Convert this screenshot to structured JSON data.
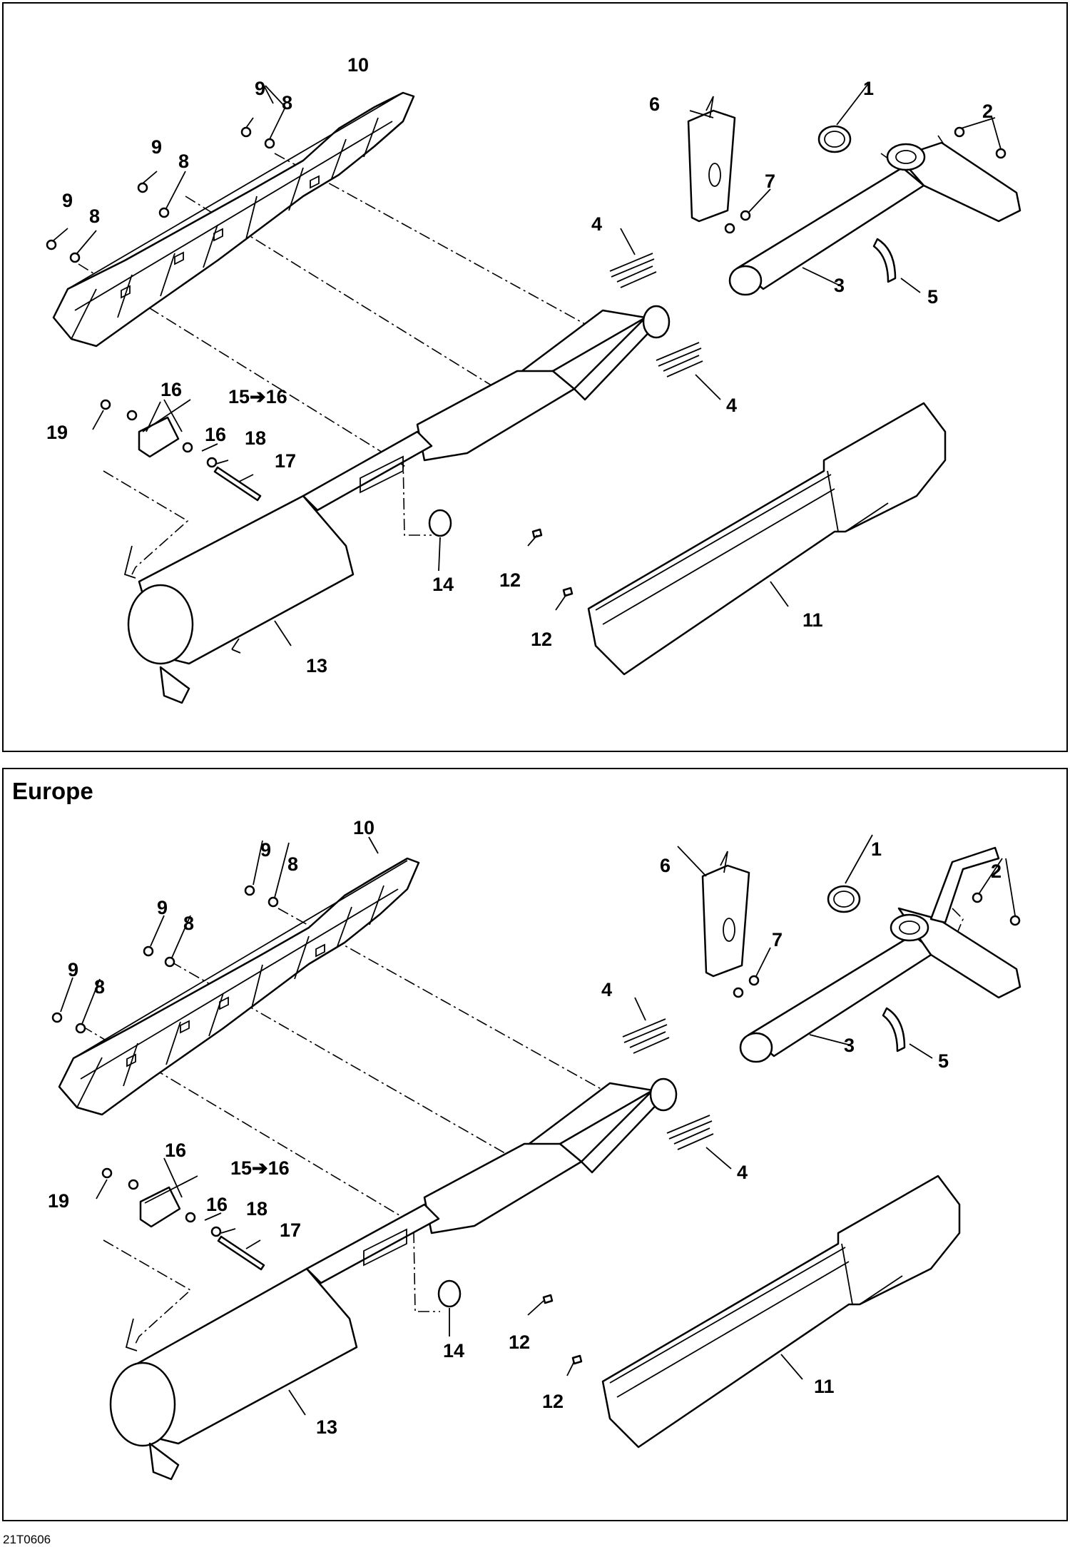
{
  "drawing_code": "21T0606",
  "top_panel": {
    "labels": {
      "l1": "1",
      "l2": "2",
      "l3": "3",
      "l4a": "4",
      "l4b": "4",
      "l5": "5",
      "l6": "6",
      "l7": "7",
      "l8a": "8",
      "l8b": "8",
      "l8c": "8",
      "l9a": "9",
      "l9b": "9",
      "l9c": "9",
      "l10": "10",
      "l11": "11",
      "l12a": "12",
      "l12b": "12",
      "l13": "13",
      "l14": "14",
      "l15": "15➔16",
      "l16a": "16",
      "l16b": "16",
      "l17": "17",
      "l18": "18",
      "l19": "19"
    }
  },
  "bottom_panel": {
    "region_label": "Europe",
    "labels": {
      "l1": "1",
      "l2": "2",
      "l3": "3",
      "l4a": "4",
      "l4b": "4",
      "l5": "5",
      "l6": "6",
      "l7": "7",
      "l8a": "8",
      "l8b": "8",
      "l8c": "8",
      "l9a": "9",
      "l9b": "9",
      "l9c": "9",
      "l10": "10",
      "l11": "11",
      "l12a": "12",
      "l12b": "12",
      "l13": "13",
      "l14": "14",
      "l15": "15➔16",
      "l16a": "16",
      "l16b": "16",
      "l17": "17",
      "l18": "18",
      "l19": "19"
    }
  }
}
